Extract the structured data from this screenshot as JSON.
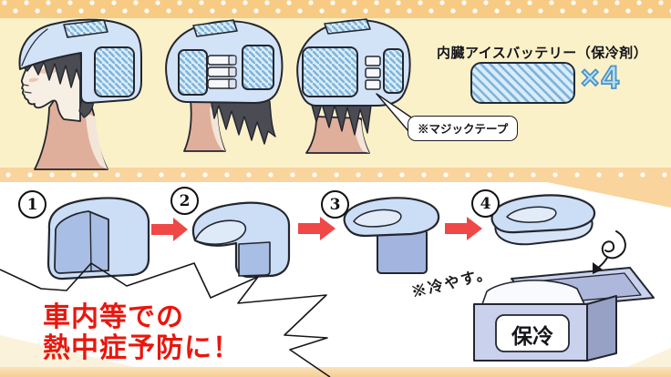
{
  "poster": {
    "legend": {
      "title": "内臓アイスバッテリー（保冷剤）",
      "quantity_label": "×4"
    },
    "callout_velcro": "※マジックテープ",
    "steps": {
      "numbers": [
        "1",
        "2",
        "3",
        "4"
      ]
    },
    "slogan": {
      "line1": "車内等での",
      "line2": "熱中症予防に！"
    },
    "handwritten_note": "※冷やす。",
    "cooler_label": "保冷"
  },
  "colors": {
    "band_orange": "#F8CB85",
    "divider_orange": "#F9D49C",
    "cream_background": "#FBF1C9",
    "hat_blue": "#CBDEF5",
    "hat_inner_blue": "#A8BEE4",
    "hatch_stripe_blue": "#7FB4DA",
    "hatch_bg_blue": "#D9ECFB",
    "arrow_red": "#F04747",
    "slogan_red": "#E8170E",
    "quantity_blue": "#B5E0F6",
    "cooler_front": "#C9D1ED",
    "cooler_side": "#97A1C6",
    "skin": "#F8EFE4",
    "skin_shadow": "#DFAF9B",
    "hair": "#4A4B53"
  }
}
